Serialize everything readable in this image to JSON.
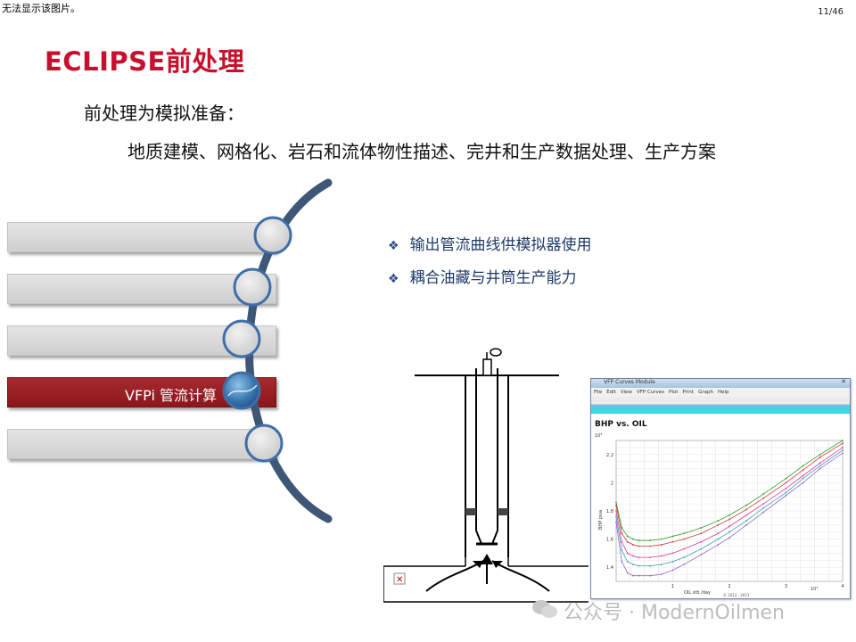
{
  "slide": {
    "broken_image_note": "无法显示该图片。",
    "page_number": "11/46",
    "title": "ECLIPSE前处理",
    "intro": "前处理为模拟准备：",
    "topics": "地质建模、网格化、岩石和流体物性描述、完井和生产数据处理、生产方案"
  },
  "menu": {
    "items": [
      {
        "label": ""
      },
      {
        "label": ""
      },
      {
        "label": ""
      },
      {
        "label": "VFPi 管流计算",
        "active": true
      },
      {
        "label": ""
      }
    ]
  },
  "bullets": [
    {
      "mark": "❖",
      "text": "输出管流曲线供模拟器使用"
    },
    {
      "mark": "❖",
      "text": "耦合油藏与井筒生产能力"
    }
  ],
  "software_window": {
    "title": "VFP Curves Module",
    "menu_items": [
      "File",
      "Edit",
      "View",
      "VFP Curves",
      "Plot",
      "Print",
      "Graph",
      "Help"
    ],
    "plot_title": "BHP vs. OIL",
    "ylabel": "BHP psia",
    "xlabel": "OIL stb /day",
    "y_multiplier": "10³",
    "x_multiplier": "10³",
    "footer": "© 2012 · 2013"
  },
  "chart_data": {
    "type": "line",
    "title": "BHP vs. OIL",
    "xlabel": "OIL stb /day",
    "ylabel": "BHP psia",
    "xlim": [
      0,
      4
    ],
    "ylim": [
      1.3,
      2.3
    ],
    "x_ticks": [
      1,
      2,
      3,
      4
    ],
    "y_ticks": [
      1.4,
      1.6,
      1.8,
      2,
      2.2
    ],
    "x": [
      0.0,
      0.1,
      0.2,
      0.3,
      0.4,
      0.6,
      0.8,
      1.0,
      1.2,
      1.5,
      1.8,
      2.0,
      2.3,
      2.6,
      3.0,
      3.3,
      3.6,
      4.0
    ],
    "series": [
      {
        "color": "#2aa02a",
        "values": [
          1.86,
          1.68,
          1.62,
          1.6,
          1.59,
          1.59,
          1.6,
          1.62,
          1.64,
          1.68,
          1.73,
          1.77,
          1.84,
          1.92,
          2.03,
          2.12,
          2.2,
          2.3
        ]
      },
      {
        "color": "#d03a3a",
        "values": [
          1.84,
          1.64,
          1.58,
          1.56,
          1.55,
          1.55,
          1.56,
          1.58,
          1.6,
          1.64,
          1.7,
          1.74,
          1.81,
          1.89,
          2.0,
          2.09,
          2.18,
          2.28
        ]
      },
      {
        "color": "#e03a9a",
        "values": [
          1.8,
          1.58,
          1.5,
          1.48,
          1.47,
          1.47,
          1.48,
          1.5,
          1.53,
          1.58,
          1.64,
          1.69,
          1.77,
          1.85,
          1.96,
          2.05,
          2.14,
          2.25
        ]
      },
      {
        "color": "#3aa0b0",
        "values": [
          1.76,
          1.52,
          1.44,
          1.42,
          1.41,
          1.41,
          1.42,
          1.44,
          1.47,
          1.53,
          1.6,
          1.65,
          1.73,
          1.82,
          1.93,
          2.03,
          2.12,
          2.23
        ]
      },
      {
        "color": "#8a6ad0",
        "values": [
          1.72,
          1.44,
          1.36,
          1.34,
          1.34,
          1.34,
          1.35,
          1.38,
          1.42,
          1.49,
          1.56,
          1.61,
          1.7,
          1.79,
          1.91,
          2.0,
          2.1,
          2.21
        ]
      }
    ]
  },
  "watermark": "公众号 · ModernOilmen"
}
